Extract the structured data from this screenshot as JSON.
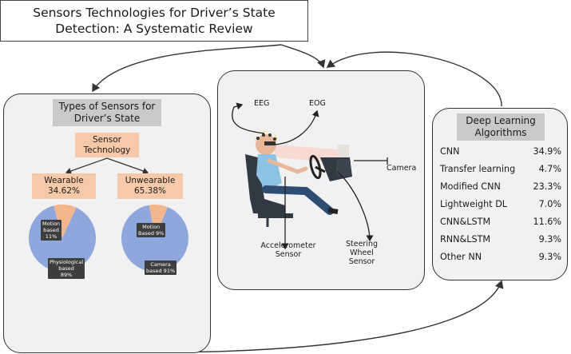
{
  "title": {
    "line1": "Sensors Technologies for Driver’s State",
    "line2": "Detection: A Systematic Review"
  },
  "left_panel": {
    "header_line1": "Types of Sensors for",
    "header_line2": "Driver’s State",
    "sensor_tech_line1": "Sensor",
    "sensor_tech_line2": "Technology",
    "wearable": {
      "label": "Wearable",
      "percent": "34.62%"
    },
    "unwearable": {
      "label": "Unwearable",
      "percent": "65.38%"
    },
    "pie_wearable": {
      "slices": [
        {
          "value": 11,
          "color": "#f2b58c",
          "label_line1": "Motion",
          "label_line2": "based",
          "label_line3": "11%"
        },
        {
          "value": 89,
          "color": "#8fa7dd",
          "label_line1": "Physiological",
          "label_line2": "based",
          "label_line3": "89%"
        }
      ]
    },
    "pie_unwearable": {
      "slices": [
        {
          "value": 9,
          "color": "#f2b58c",
          "label_line1": "Motion",
          "label_line2": "Based 9%"
        },
        {
          "value": 91,
          "color": "#8fa7dd",
          "label_line1": "Camera",
          "label_line2": "based 91%"
        }
      ]
    }
  },
  "center_panel": {
    "eeg": "EEG",
    "eog": "EOG",
    "camera": "Camera",
    "accelerometer_line1": "Accelerometer",
    "accelerometer_line2": "Sensor",
    "steering_line1": "Steering",
    "steering_line2": "Wheel",
    "steering_line3": "Sensor"
  },
  "right_panel": {
    "header_line1": "Deep Learning",
    "header_line2": "Algorithms",
    "rows": [
      {
        "name": "CNN",
        "value": "34.9%"
      },
      {
        "name": "Transfer learning",
        "value": "4.7%"
      },
      {
        "name": "Modified CNN",
        "value": "23.3%"
      },
      {
        "name": "Lightweight DL",
        "value": "7.0%"
      },
      {
        "name": "CNN&LSTM",
        "value": "11.6%"
      },
      {
        "name": "RNN&LSTM",
        "value": "9.3%"
      },
      {
        "name": "Other NN",
        "value": "9.3%"
      }
    ]
  },
  "colors": {
    "peach": "#f6c9a9",
    "pie_blue": "#8fa7dd",
    "pie_orange": "#f2b58c",
    "header_gray": "#c9c9c9",
    "panel_bg": "#f1f1f1"
  }
}
